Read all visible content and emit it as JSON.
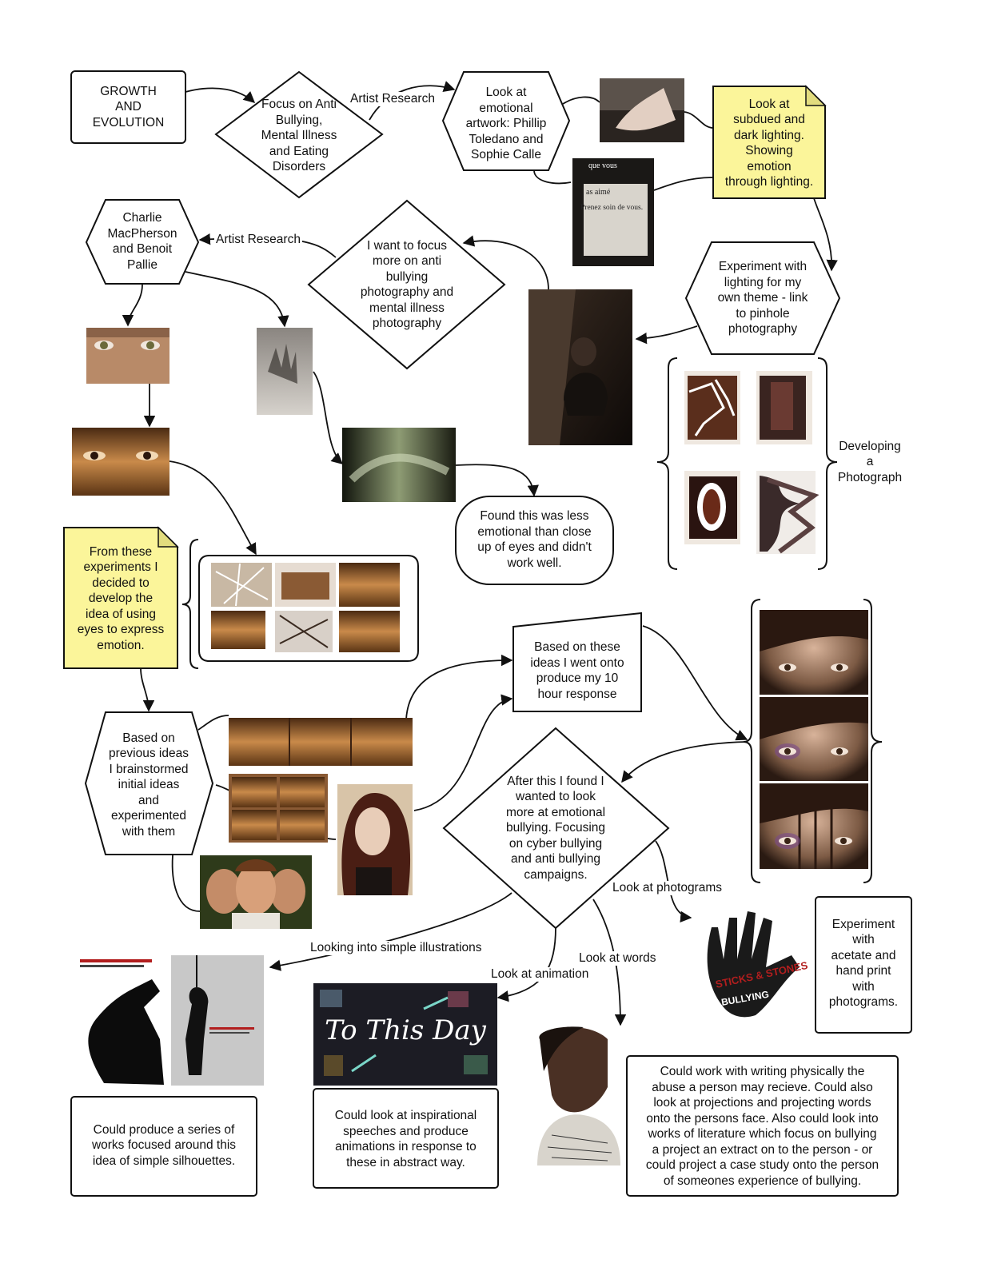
{
  "nodes": {
    "growth": "GROWTH\nAND\nEVOLUTION",
    "focus": "Focus on Anti\nBullying,\nMental Illness\nand Eating\nDisorders",
    "look_emotional": "Look at\nemotional\nartwork: Phillip\nToledano and\nSophie Calle",
    "note_lighting": "Look at\nsubdued and\ndark lighting.\nShowing\nemotion\nthrough lighting.",
    "charlie": "Charlie\nMacPherson\nand Benoit\nPallie",
    "want_focus": "I want to focus\nmore on anti\nbullying\nphotography and\nmental illness\nphotography",
    "experiment_lighting": "Experiment with\nlighting for my\nown theme - link\nto pinhole\nphotography",
    "developing": "Developing\na\nPhotograph",
    "found_less": "Found this was less\nemotional than close\nup of eyes and didn't\nwork well.",
    "note_eyes": "From these\nexperiments I\ndecided to\ndevelop the\nidea of using\neyes to express\nemotion.",
    "based_ideas": "Based on these\nideas I went onto\nproduce my 10\nhour response",
    "brainstorm": "Based on\nprevious ideas\nI brainstormed\ninitial ideas\nand\nexperimented\nwith them",
    "after_this": "After this I found I\nwanted to look\nmore at emotional\nbullying. Focusing\non cyber bullying\nand anti bullying\ncampaigns.",
    "acetate": "Experiment\nwith\nacetate and\nhand print\nwith\nphotograms.",
    "silhouettes": "Could produce a series of\nworks focused around this\nidea of simple silhouettes.",
    "speeches": "Could look at inspirational\nspeeches and produce\nanimations in response to\nthese in abstract way.",
    "writing": "Could work with writing physically the\nabuse a person may recieve. Could also\nlook at projections and projecting words\nonto the persons face. Also could look into\nworks of literature which focus on bullying\na project an extract on to the person - or\ncould project a case study onto the person\nof someones experience of bullying."
  },
  "edge_labels": {
    "artist_research_1": "Artist Research",
    "artist_research_2": "Artist Research",
    "photograms": "Look at photograms",
    "illustrations": "Looking into simple illustrations",
    "words": "Look at words",
    "animation": "Look at animation"
  },
  "photo_text": {
    "tothisday": "To This Day",
    "sticks": "STICKS & STONES",
    "bullying": "BULLYING",
    "french1": "que vous",
    "french2": "as aimé",
    "french3": "Prenez soin de vous."
  },
  "colors": {
    "note_yellow": "#fbf59a",
    "line": "#111111",
    "skin_warm": "#c98a4a",
    "dark": "#1a1410"
  }
}
